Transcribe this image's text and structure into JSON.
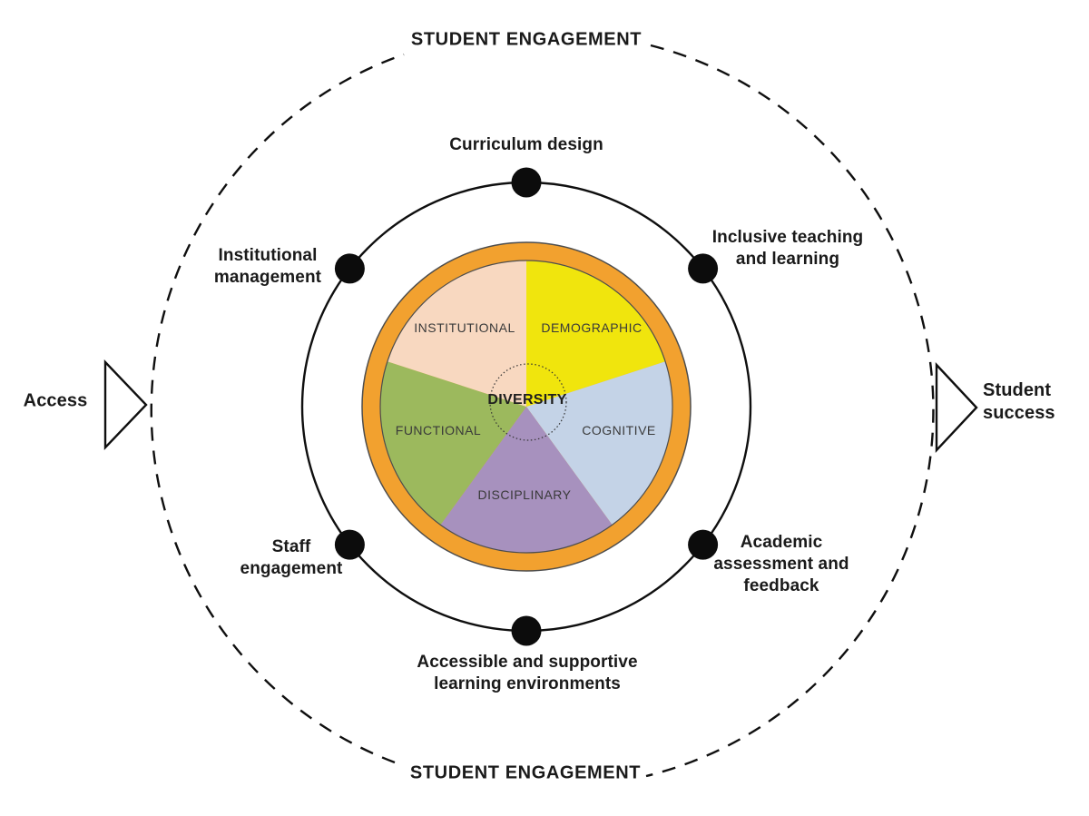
{
  "outer_ring": {
    "label_top": "STUDENT ENGAGEMENT",
    "label_bottom": "STUDENT ENGAGEMENT"
  },
  "flow": {
    "input_label": "Access",
    "output_label": "Student\nsuccess"
  },
  "orbit": {
    "nodes": [
      {
        "label": "Curriculum design"
      },
      {
        "label": "Inclusive teaching\nand learning"
      },
      {
        "label": "Academic\nassessment and\nfeedback"
      },
      {
        "label": "Accessible and supportive\nlearning environments"
      },
      {
        "label": "Staff\nengagement"
      },
      {
        "label": "Institutional\nmanagement"
      }
    ]
  },
  "pie": {
    "center_label": "DIVERSITY",
    "ring_color": "#F2A12F",
    "segments": [
      {
        "label": "DEMOGRAPHIC",
        "color": "#F0E50D",
        "start_deg": 0,
        "end_deg": 72
      },
      {
        "label": "COGNITIVE",
        "color": "#C4D3E7",
        "start_deg": 72,
        "end_deg": 144
      },
      {
        "label": "DISCIPLINARY",
        "color": "#A791BE",
        "start_deg": 144,
        "end_deg": 216
      },
      {
        "label": "FUNCTIONAL",
        "color": "#9CB95D",
        "start_deg": 216,
        "end_deg": 288
      },
      {
        "label": "INSTITUTIONAL",
        "color": "#F8D8C0",
        "start_deg": 288,
        "end_deg": 360
      }
    ]
  }
}
